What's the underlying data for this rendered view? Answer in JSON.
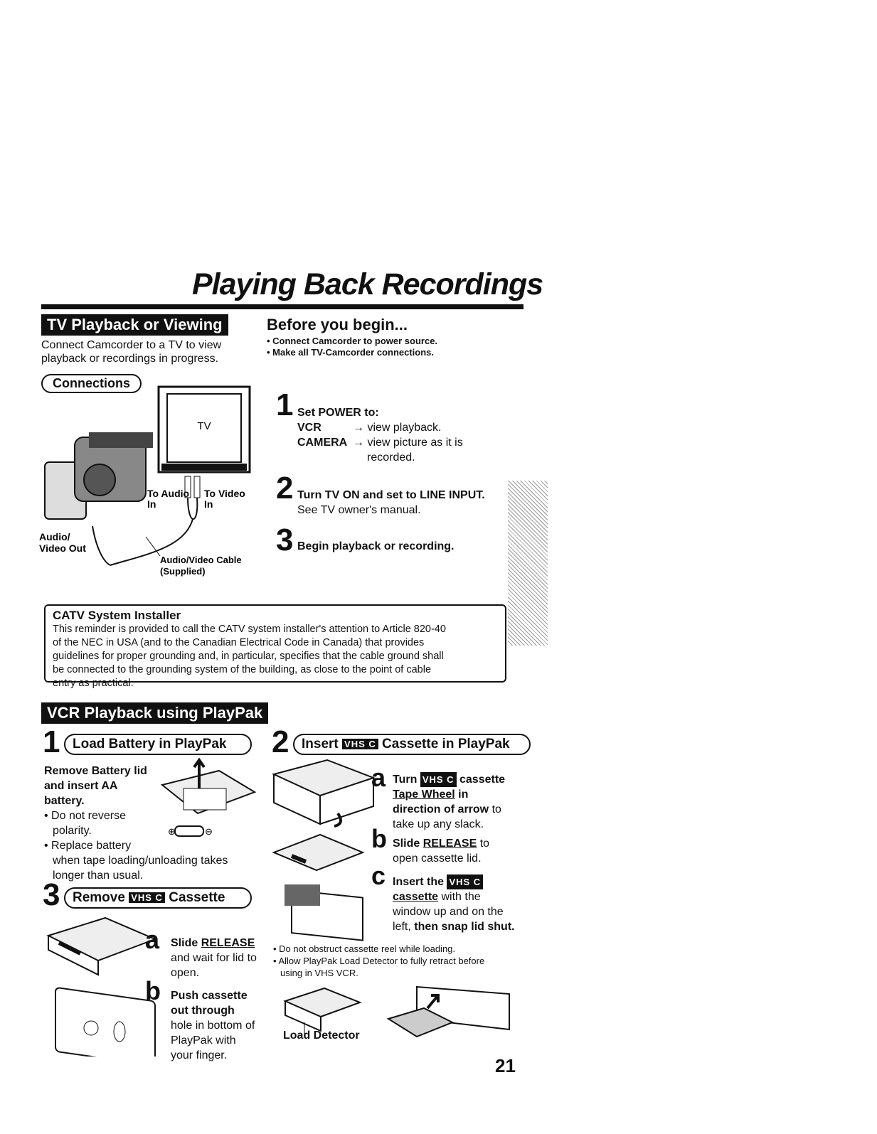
{
  "title": "Playing Back Recordings",
  "tv_section": {
    "heading": "TV Playback or Viewing",
    "intro_1": "Connect Camcorder to a TV to view",
    "intro_2": "playback or recordings in progress.",
    "connections_label": "Connections",
    "diagram": {
      "tv_label": "TV",
      "to_audio_in": "To Audio",
      "to_audio_in_2": "In",
      "to_video_in": "To Video",
      "to_video_in_2": "In",
      "av_out_1": "Audio/",
      "av_out_2": "Video Out",
      "cable_1": "Audio/Video Cable",
      "cable_2": "(Supplied)"
    }
  },
  "before": {
    "heading": "Before you begin...",
    "items": [
      "• Connect Camcorder to power source.",
      "• Make all TV-Camcorder connections."
    ]
  },
  "steps": [
    {
      "num": "1",
      "title": "Set POWER to:",
      "lines": [
        {
          "k": "VCR",
          "v": "→ view playback."
        },
        {
          "k": "CAMERA",
          "v": "→ view picture as it is"
        },
        {
          "k": "",
          "v": "recorded."
        }
      ]
    },
    {
      "num": "2",
      "title": "Turn TV ON and set to LINE INPUT.",
      "sub": "See TV owner's manual."
    },
    {
      "num": "3",
      "title": "Begin playback or recording."
    }
  ],
  "catv": {
    "heading": "CATV System Installer",
    "lines": [
      "This reminder is provided to call the CATV system installer's attention to Article 820-40",
      "of the NEC in USA (and to the Canadian Electrical Code in Canada) that provides",
      "guidelines for proper grounding and, in particular, specifies that the cable ground shall",
      "be connected to the grounding system of the building, as close to the point of cable",
      "entry as practical."
    ]
  },
  "vcr_section": {
    "heading": "VCR Playback using PlayPak",
    "vhs_mark": "VHS C",
    "step1": {
      "num": "1",
      "pill": "Load Battery in PlayPak",
      "bold_1": "Remove Battery lid",
      "bold_2": "and insert AA",
      "bold_3": "battery.",
      "b1": "• Do not reverse",
      "b1b": "polarity.",
      "b2": "• Replace battery",
      "b2b": "when tape loading/unloading takes",
      "b2c": "longer than usual."
    },
    "step2": {
      "num": "2",
      "pill_a": "Insert",
      "pill_b": "Cassette in PlayPak",
      "a_letter": "a",
      "a_1": "Turn",
      "a_1b": "cassette",
      "a_2": "Tape Wheel",
      "a_2b": "in",
      "a_3": "direction of arrow",
      "a_3b": "to",
      "a_4": "take up any slack.",
      "b_letter": "b",
      "b_1": "Slide",
      "b_1b": "RELEASE",
      "b_1c": "to",
      "b_2": "open cassette lid.",
      "c_letter": "c",
      "c_1": "Insert the",
      "c_2": "cassette",
      "c_2b": "with the",
      "c_3": "window up and on the",
      "c_4a": "left,",
      "c_4b": "then snap lid shut.",
      "note_1": "• Do not obstruct cassette reel while loading.",
      "note_2": "• Allow PlayPak Load Detector to fully retract before",
      "note_3": "using in VHS VCR.",
      "detector": "Load Detector"
    },
    "step3": {
      "num": "3",
      "pill_a": "Remove",
      "pill_b": "Cassette",
      "a_letter": "a",
      "a_1": "Slide",
      "a_1b": "RELEASE",
      "a_2": "and wait for lid to",
      "a_3": "open.",
      "b_letter": "b",
      "b_1": "Push cassette",
      "b_2": "out through",
      "b_3": "hole in bottom of",
      "b_4": "PlayPak with",
      "b_5": "your finger."
    }
  },
  "page_number": "21"
}
